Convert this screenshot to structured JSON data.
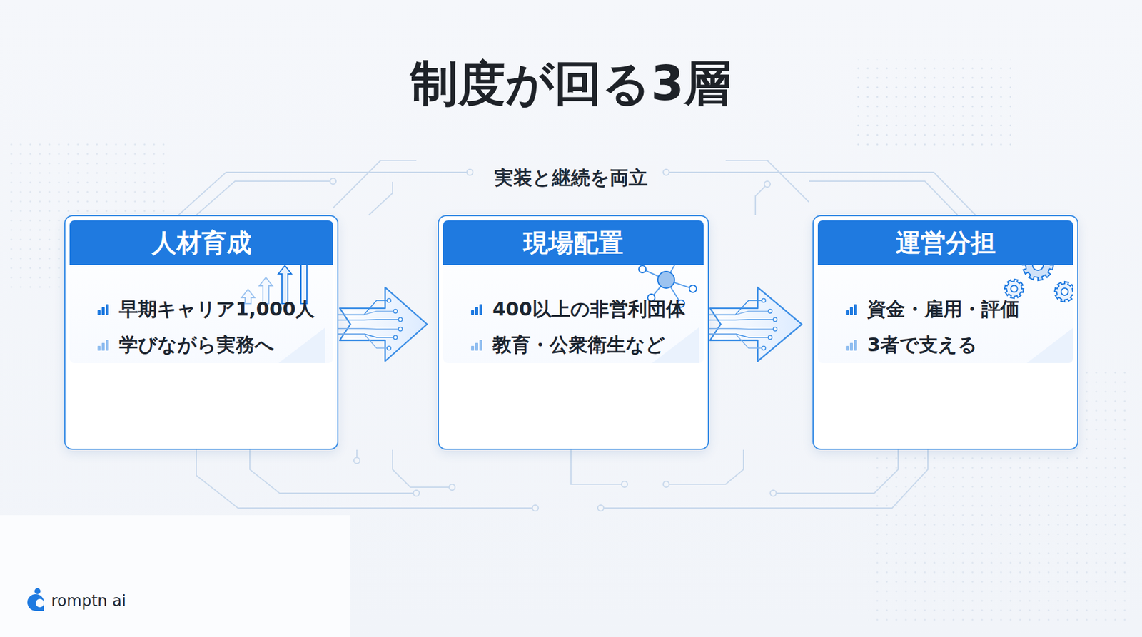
{
  "diagram": {
    "title": "制度が回る3層",
    "nodes": [
      {
        "text": [
          "人材育成",
          "早期キャリア1,000人",
          "学びながら実務へ"
        ]
      },
      {
        "text": [
          "現場配置",
          "400以上の非営利団体",
          "教育・公衆衛生など"
        ]
      },
      {
        "text": [
          "運営分担",
          "資金・雇用・評価",
          "3者で支える"
        ]
      }
    ],
    "edges": [
      {
        "from": 0,
        "to": 1,
        "arrow": "to"
      },
      {
        "from": 1,
        "to": 2,
        "arrow": "to"
      }
    ],
    "labels": [
      "実装と継続を両立",
      "romptn ai"
    ]
  }
}
